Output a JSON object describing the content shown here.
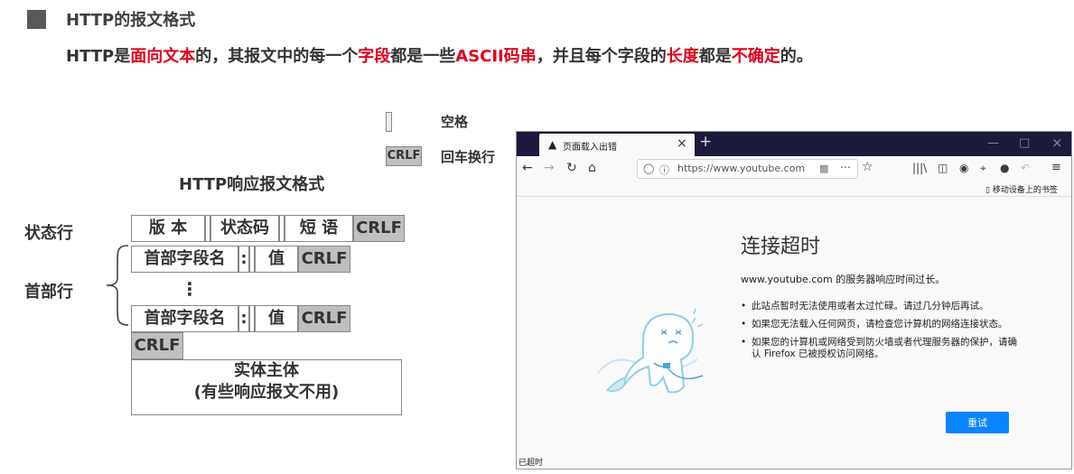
{
  "slide": {
    "title": "HTTP的报文格式",
    "subtitle_parts": [
      "HTTP是",
      "面向文本",
      "的，其报文中的每一个",
      "字段",
      "都是一些",
      "ASCII码串",
      "，并且每个字段的",
      "长度",
      "都是",
      "不确定",
      "的。"
    ]
  },
  "legend": {
    "space_label": "空格",
    "crlf_box": "CRLF",
    "crlf_label": "回车换行"
  },
  "diagram": {
    "title": "HTTP响应报文格式",
    "status_line_label": "状态行",
    "header_line_label": "首部行",
    "status_line": {
      "version": "版 本",
      "status_code": "状态码",
      "phrase": "短 语",
      "crlf": "CRLF"
    },
    "header_row_1": {
      "field_name": "首部字段名",
      "colon": ":",
      "value": "值",
      "crlf": "CRLF"
    },
    "dots": "⋮",
    "header_row_2": {
      "field_name": "首部字段名",
      "colon": ":",
      "value": "值",
      "crlf": "CRLF"
    },
    "blank_crlf": "CRLF",
    "entity_body_line1": "实体主体",
    "entity_body_line2": "(有些响应报文不用)"
  },
  "browser": {
    "tab_title": "页面载入出错",
    "url": "https://www.youtube.com",
    "mobile_bookmarks": "移动设备上的书签",
    "error_title": "连接超时",
    "error_desc": "www.youtube.com 的服务器响应时间过长。",
    "bullets": [
      "此站点暂时无法使用或者太过忙碌。请过几分钟后再试。",
      "如果您无法载入任何网页，请检查您计算机的网络连接状态。",
      "如果您的计算机或网络受到防火墙或者代理服务器的保护，请确认 Firefox 已被授权访问网络。"
    ],
    "retry_label": "重试",
    "status_text": "已超时",
    "accent_color": "#0a84ff",
    "titlebar_color": "#1d1b3b"
  },
  "colors": {
    "emphasis_red": "#e0001b",
    "crlf_fill": "#bfbfbf"
  },
  "icons": [
    "warning-icon",
    "close-icon",
    "plus-icon",
    "back-icon",
    "forward-icon",
    "reload-icon",
    "home-icon",
    "shield-icon",
    "info-icon",
    "qr-icon",
    "more-icon",
    "star-icon",
    "library-icon",
    "sidebar-icon",
    "account-icon",
    "screenshot-icon",
    "chat-icon",
    "undo-icon",
    "menu-icon",
    "mobile-icon"
  ]
}
